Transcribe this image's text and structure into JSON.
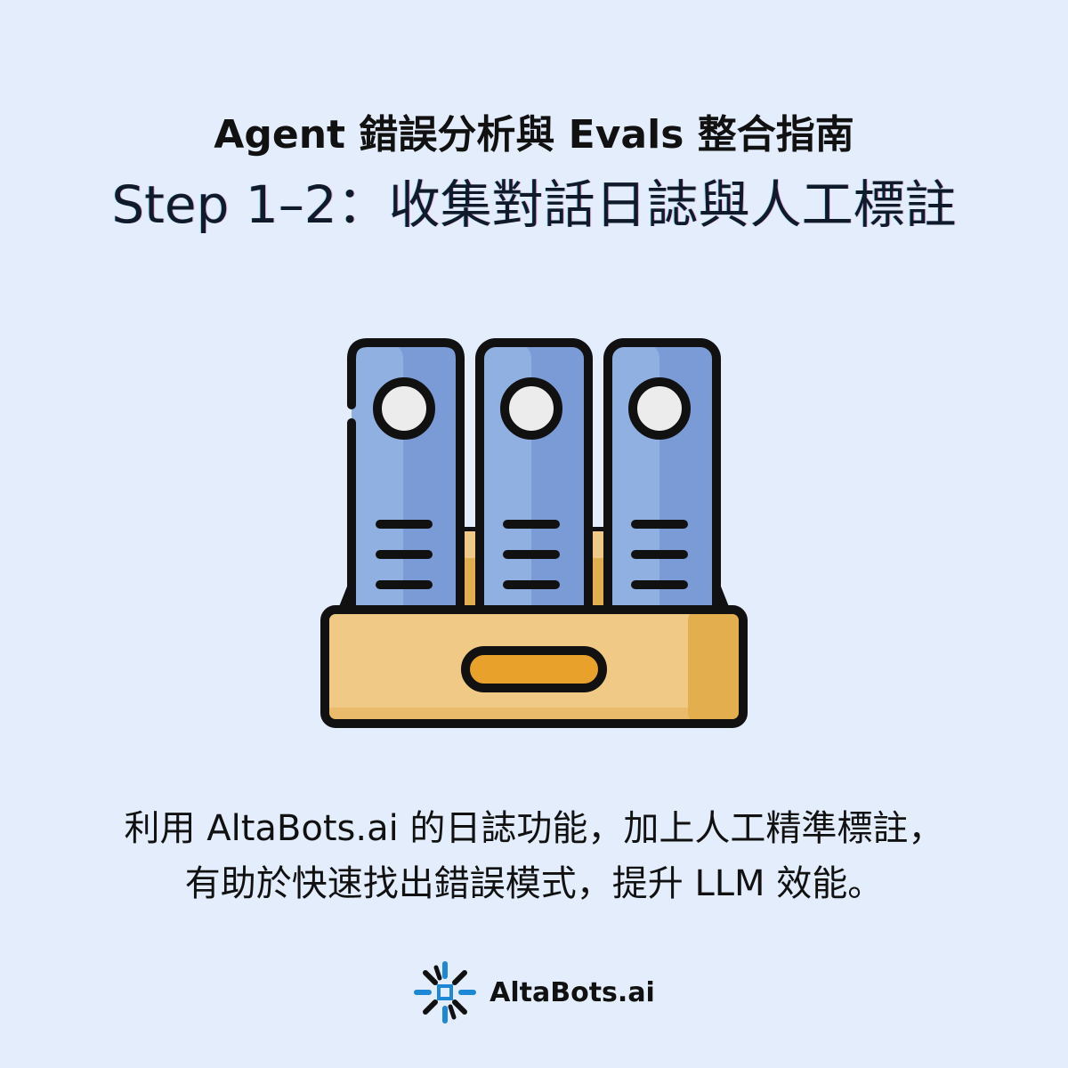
{
  "header": {
    "subtitle": "Agent 錯誤分析與 Evals 整合指南",
    "title": "Step 1–2：收集對話日誌與人工標註"
  },
  "illustration": {
    "icon": "binders-in-drawer-icon",
    "colors": {
      "binder": "#7b9bd6",
      "binder_light": "#8fb0e0",
      "drawer": "#f0c987",
      "drawer_shade": "#e3ae4e",
      "handle": "#e8a22c",
      "outline": "#111111",
      "ring": "#ececec"
    }
  },
  "body": {
    "line1": "利用 AltaBots.ai 的日誌功能，加上人工精準標註，",
    "line2": "有助於快速找出錯誤模式，提升 LLM 效能。"
  },
  "footer": {
    "brand": "AltaBots.ai",
    "logo_icon": "altabots-logo-icon",
    "logo_color": "#1e88d6"
  },
  "colors": {
    "background": "#e3edfb"
  }
}
